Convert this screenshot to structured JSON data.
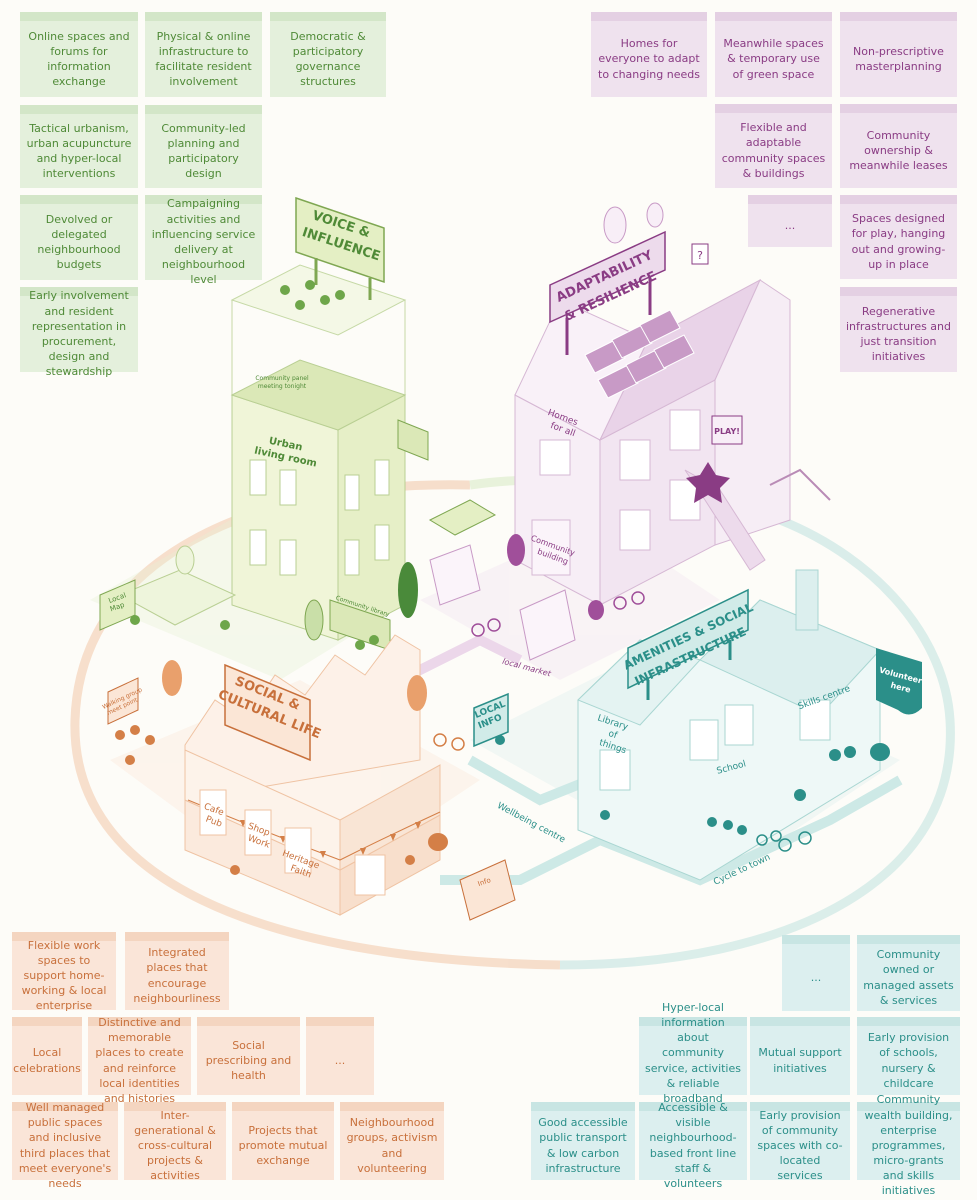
{
  "colors": {
    "green_text": "#4f8a37",
    "green_bg": "#e4f0dc",
    "purple_text": "#8a3c84",
    "purple_bg": "#efe2ee",
    "orange_text": "#c8703b",
    "orange_bg": "#fae5d8",
    "teal_text": "#2b8f89",
    "teal_bg": "#dcefef"
  },
  "green_boxes": [
    "Online spaces and forums for information exchange",
    "Physical & online infrastructure to facilitate resident involvement",
    "Democratic & participatory governance structures",
    "Tactical urbanism, urban acupuncture and hyper-local interventions",
    "Community-led planning and participatory design",
    "Devolved or delegated neighbourhood budgets",
    "Campaigning activities and influencing service delivery at neighbourhood level",
    "Early involvement and resident representation in procurement, design and stewardship"
  ],
  "purple_boxes": [
    "Homes for everyone to adapt to changing needs",
    "Meanwhile spaces & temporary use of green space",
    "Non-prescriptive masterplanning",
    "Flexible and adaptable community spaces & buildings",
    "Community ownership & meanwhile leases",
    "...",
    "Spaces designed for play, hanging out and growing-up in place",
    "Regenerative infrastructures and just transition initiatives"
  ],
  "orange_boxes": [
    "Flexible work spaces to support home-working & local enterprise",
    "Integrated places that encourage neighbourliness",
    "Local celebrations",
    "Distinctive and memorable places to create and reinforce local identities and histories",
    "Social prescribing and health",
    "...",
    "Well managed public spaces and inclusive third places that meet everyone's needs",
    "Inter-generational & cross-cultural projects & activities",
    "Projects that promote mutual exchange",
    "Neighbourhood groups, activism and volunteering"
  ],
  "teal_boxes": [
    "...",
    "Community owned or managed assets & services",
    "Hyper-local information about community service, activities & reliable broadband access",
    "Mutual support initiatives",
    "Early provision of schools, nursery & childcare",
    "Good accessible public transport & low carbon infrastructure",
    "Accessible & visible neighbourhood-based front line staff & volunteers",
    "Early provision of community spaces with co-located services",
    "Community wealth building, enterprise programmes, micro-grants and skills initiatives"
  ],
  "signs": {
    "voice": [
      "VOICE &",
      "INFLUENCE"
    ],
    "adapt": [
      "ADAPTABILITY",
      "& RESILIENCE"
    ],
    "social": [
      "SOCIAL &",
      "CULTURAL LIFE"
    ],
    "amenities": [
      "AMENITIES & SOCIAL",
      "INFRASTRUCTURE"
    ]
  },
  "labels": {
    "urban_living_room": [
      "Urban",
      "living room"
    ],
    "community_panel": [
      "Community panel",
      "meeting tonight"
    ],
    "community_library": "Community library",
    "homes_for_all": [
      "Homes",
      "for all"
    ],
    "community_building": [
      "Community",
      "building"
    ],
    "play": "PLAY!",
    "question": "?",
    "local_map": [
      "Local",
      "Map"
    ],
    "walking_group": [
      "Walking group",
      "meet point"
    ],
    "local_market": "local market",
    "local_info": [
      "LOCAL",
      "INFO"
    ],
    "library_of_things": [
      "Library",
      "of",
      "things"
    ],
    "skills_centre": "Skills centre",
    "volunteer_here": [
      "Volunteer",
      "here"
    ],
    "school": "School",
    "wellbeing_centre": "Wellbeing centre",
    "cycle_to_town": "Cycle to town",
    "cafe_pub": [
      "Cafe",
      "Pub"
    ],
    "shop_work": [
      "Shop",
      "Work"
    ],
    "heritage_faith": [
      "Heritage",
      "Faith"
    ],
    "info": "Info"
  }
}
